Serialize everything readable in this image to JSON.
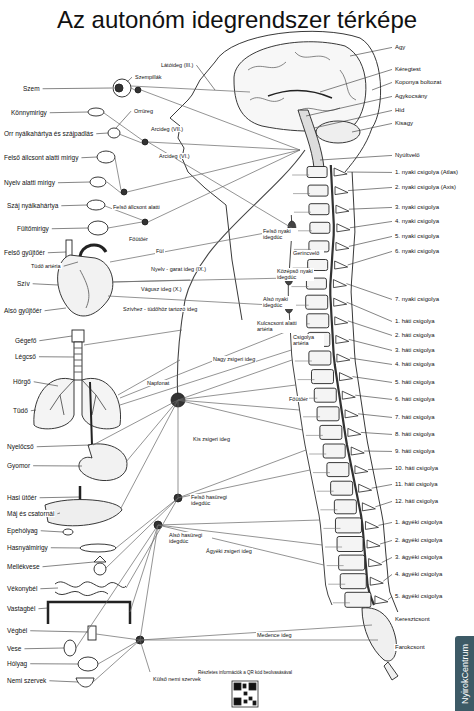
{
  "diagram": {
    "title": "Az autonóm idegrendszer térképe",
    "nodes": [
      {
        "text": [
          "NyirokCentrum"
        ]
      }
    ],
    "labels": [
      "Szem",
      "Könnymirigy",
      "Orr nyálkahártya és szájpadlás",
      "Felső állcsont alatti mirigy",
      "Nyelv alatti mirigy",
      "Száj nyálkahártya",
      "Fültőmirigy",
      "Felső gyűjtőér",
      "Tüdő artéria",
      "Szív",
      "Alsó gyűjtőér",
      "Gégefő",
      "Légcső",
      "Hörgő",
      "Tüdő",
      "Nyelőcső",
      "Gyomor",
      "Hasi ütőér",
      "Máj és csatornái",
      "Epehólyag",
      "Hasnyálmirigy",
      "Mellékvese",
      "Vékonybél",
      "Vastagbél",
      "Végbél",
      "Vese",
      "Hólyag",
      "Nemi szervek",
      "Látóideg (III.)",
      "Szempillák",
      "Orrüreg",
      "Arcideg (VII.)",
      "Arcideg (VI.)",
      "Felső állcsont alatti",
      "Főütőér",
      "Fül",
      "Nyelv - garat ideg (IX.)",
      "Vágusz ideg (X.)",
      "Szívhez - tüdőhöz tartozó ideg",
      "Felső nyaki idegdúc",
      "Gerincvelő",
      "Középső nyaki idegdúc",
      "Alsó nyaki idegdúc",
      "Kulcscsont alatti artéria",
      "Csigolya artéria",
      "Nagy zsigeri ideg",
      "Napfonat",
      "Kis zsigeri ideg",
      "Főütőér",
      "Felső hasüregi idegdúc",
      "Alsó hasüregi idegdúc",
      "Ágyéki zsigeri ideg",
      "Medence ideg",
      "Külső nemi szervek",
      "Részletes információk a QR kód beolvasásával",
      "Agy",
      "Kéregtest",
      "Koponya boltozat",
      "Agykocsány",
      "Híd",
      "Kisagy",
      "Nyúltvelő",
      "1. nyaki csigolya (Atlas)",
      "2. nyaki csigolya (Axis)",
      "3. nyaki csigolya",
      "4. nyaki csigolya",
      "5. nyaki csigolya",
      "6. nyaki csigolya",
      "7. nyaki csigolya",
      "1. háti csigolya",
      "2. háti csigolya",
      "3. háti csigolya",
      "4. háti csigolya",
      "5. háti csigolya",
      "6. háti csigolya",
      "7. háti csigolya",
      "8. háti csigolya",
      "9. háti csigolya",
      "10. háti csigolya",
      "11. háti csigolya",
      "12. háti csigolya",
      "1. ágyéki csigolya",
      "2. ágyéki csigolya",
      "3. ágyéki csigolya",
      "4. ágyéki csigolya",
      "5. ágyéki csigolya",
      "Keresztcsont",
      "Farokcsont"
    ]
  }
}
